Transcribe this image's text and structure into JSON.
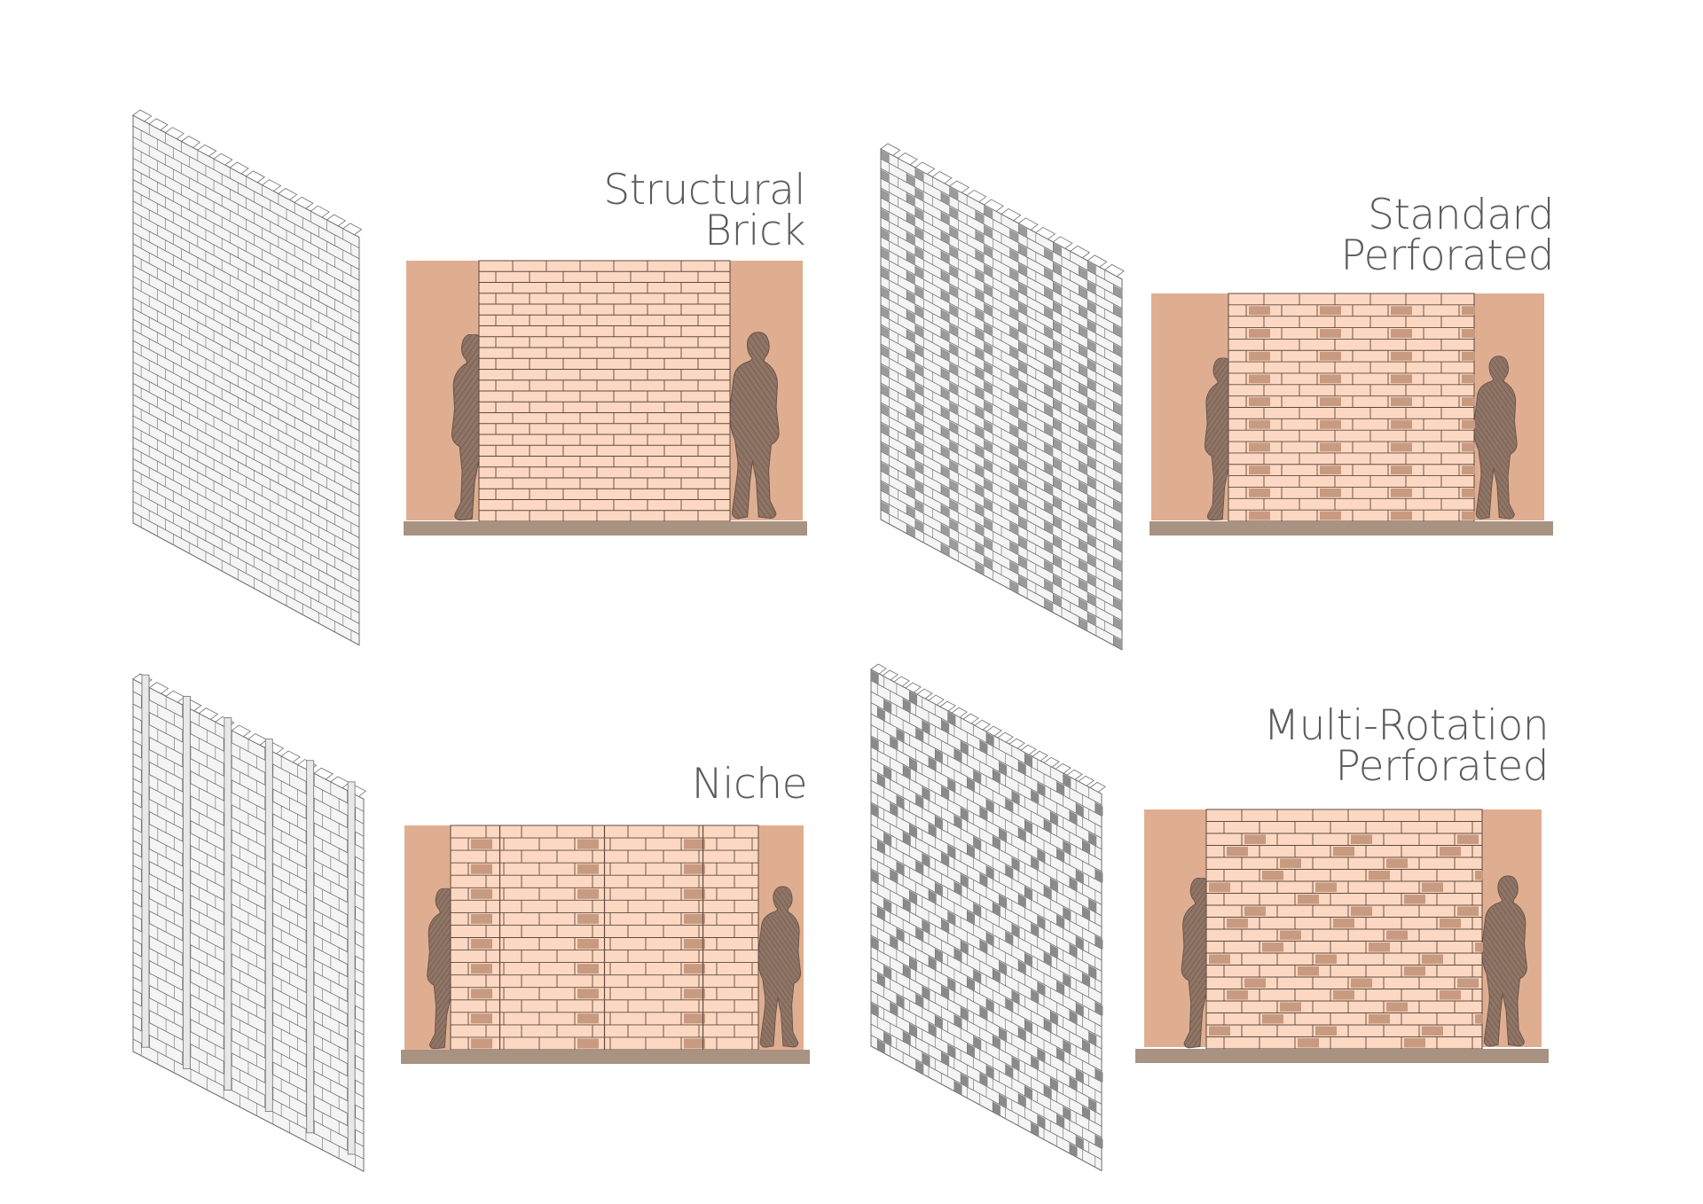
{
  "panels": [
    {
      "key": "structural",
      "title_lines": [
        "Structural",
        "Brick"
      ],
      "pattern": "solid"
    },
    {
      "key": "standard",
      "title_lines": [
        "Standard",
        "Perforated"
      ],
      "pattern": "perforated"
    },
    {
      "key": "niche",
      "title_lines": [
        "Niche"
      ],
      "pattern": "niche"
    },
    {
      "key": "multi",
      "title_lines": [
        "Multi-Rotation",
        "Perforated"
      ],
      "pattern": "multi"
    }
  ],
  "colors": {
    "backdrop": "#dfae91",
    "brick": "#fcd8c2",
    "mortar": "#5f4a3e",
    "ground": "#a89282",
    "figure": "#8f7566",
    "iso_face": "#f4f4f4",
    "iso_line": "#6f6f6f"
  }
}
